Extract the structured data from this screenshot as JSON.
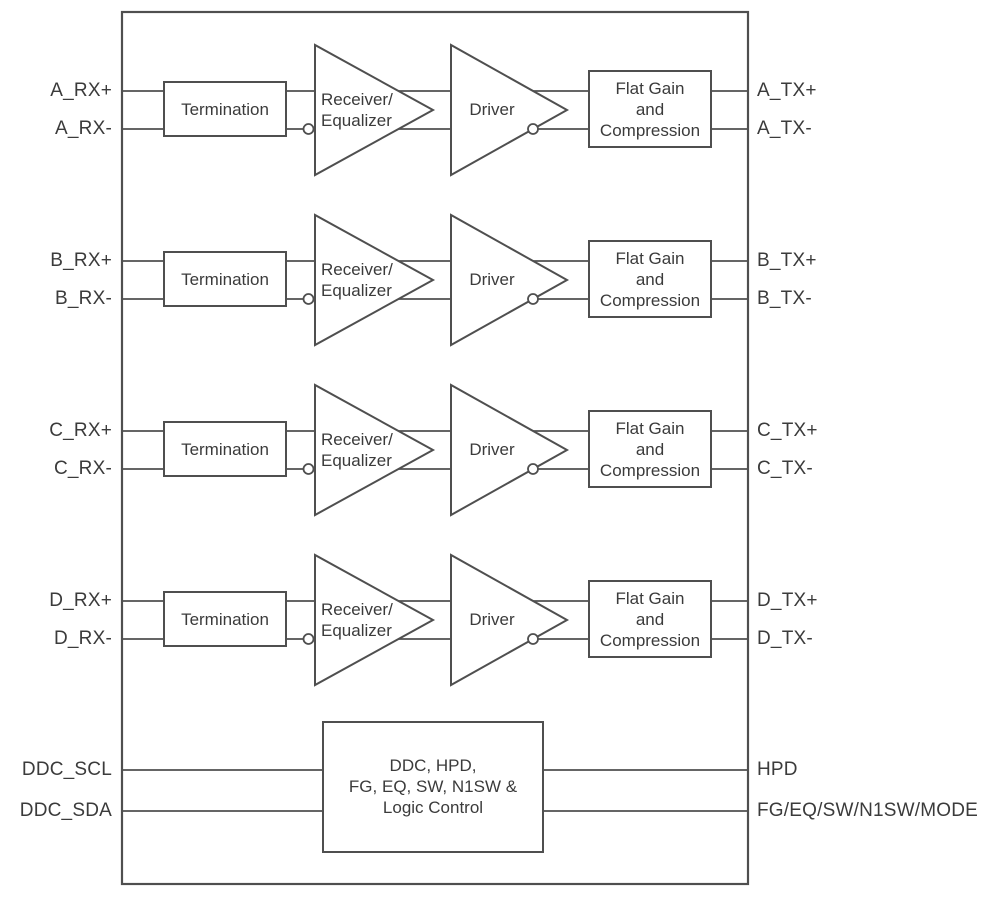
{
  "channels": [
    {
      "rx_plus": "A_RX+",
      "rx_minus": "A_RX-",
      "termination": "Termination",
      "receiver_line1": "Receiver/",
      "receiver_line2": "Equalizer",
      "driver": "Driver",
      "gain_line1": "Flat Gain",
      "gain_line2": "and",
      "gain_line3": "Compression",
      "tx_plus": "A_TX+",
      "tx_minus": "A_TX-"
    },
    {
      "rx_plus": "B_RX+",
      "rx_minus": "B_RX-",
      "termination": "Termination",
      "receiver_line1": "Receiver/",
      "receiver_line2": "Equalizer",
      "driver": "Driver",
      "gain_line1": "Flat Gain",
      "gain_line2": "and",
      "gain_line3": "Compression",
      "tx_plus": "B_TX+",
      "tx_minus": "B_TX-"
    },
    {
      "rx_plus": "C_RX+",
      "rx_minus": "C_RX-",
      "termination": "Termination",
      "receiver_line1": "Receiver/",
      "receiver_line2": "Equalizer",
      "driver": "Driver",
      "gain_line1": "Flat Gain",
      "gain_line2": "and",
      "gain_line3": "Compression",
      "tx_plus": "C_TX+",
      "tx_minus": "C_TX-"
    },
    {
      "rx_plus": "D_RX+",
      "rx_minus": "D_RX-",
      "termination": "Termination",
      "receiver_line1": "Receiver/",
      "receiver_line2": "Equalizer",
      "driver": "Driver",
      "gain_line1": "Flat Gain",
      "gain_line2": "and",
      "gain_line3": "Compression",
      "tx_plus": "D_TX+",
      "tx_minus": "D_TX-"
    }
  ],
  "control": {
    "scl": "DDC_SCL",
    "sda": "DDC_SDA",
    "box_line1": "DDC, HPD,",
    "box_line2": "FG, EQ, SW, N1SW &",
    "box_line3": "Logic Control",
    "hpd": "HPD",
    "mode": "FG/EQ/SW/N1SW/MODE"
  },
  "colors": {
    "stroke": "#4f4f4f",
    "text": "#3b3b3b",
    "background": "#ffffff"
  }
}
